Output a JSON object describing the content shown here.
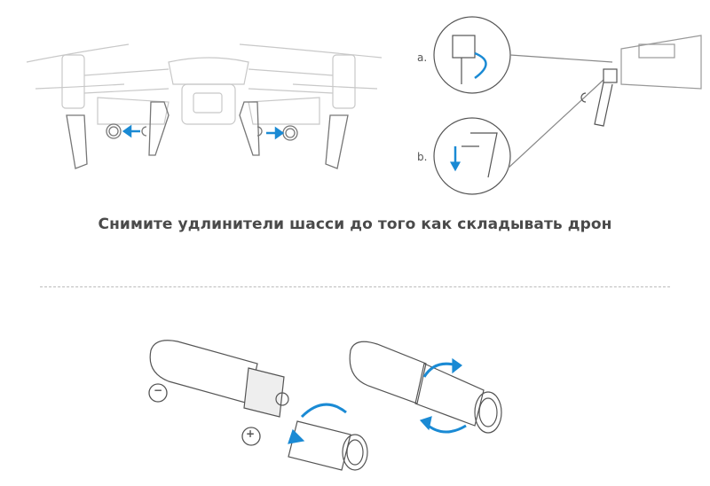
{
  "caption": "Снимите удлинители шасси до того как складывать дрон",
  "steps": {
    "a": "a.",
    "b": "b."
  },
  "symbols": {
    "minus": "−",
    "plus": "+"
  },
  "colors": {
    "accent": "#1a8ad4",
    "line": "#bbbbbb",
    "dark": "#555555"
  }
}
